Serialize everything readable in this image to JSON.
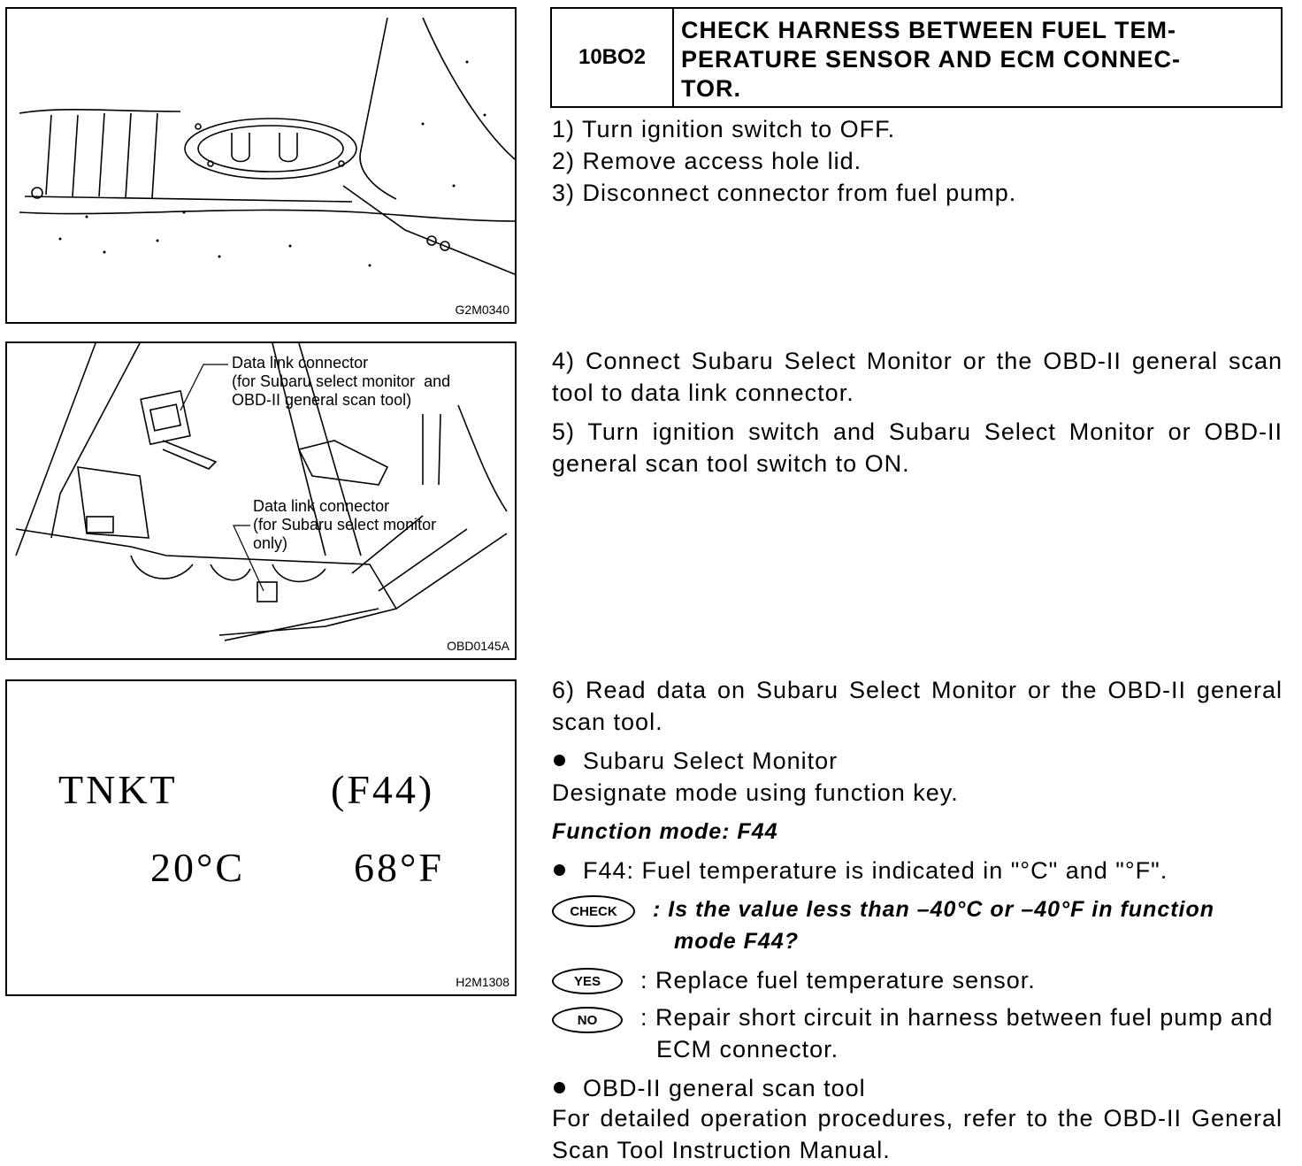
{
  "figures": [
    {
      "code": "G2M0340"
    },
    {
      "code": "OBD0145A",
      "callout_top": "Data link connector\n(for Subaru select monitor  and\nOBD-II general scan tool)",
      "callout_bottom": "Data link connector\n(for Subaru select monitor\nonly)"
    },
    {
      "code": "H2M1308",
      "lcd_label": "TNKT",
      "lcd_mode": "(F44)",
      "lcd_celsius": "20°C",
      "lcd_fahrenheit": "68°F"
    }
  ],
  "step": {
    "id": "10BO2",
    "title": "CHECK HARNESS BETWEEN FUEL TEM-\nPERATURE SENSOR AND ECM CONNEC-\nTOR."
  },
  "instructions": {
    "s1": "1)  Turn ignition switch to OFF.",
    "s2": "2)  Remove access hole lid.",
    "s3": "3)  Disconnect connector from fuel pump.",
    "s4": "4)  Connect Subaru Select Monitor or the OBD-II general scan tool to data link connector.",
    "s5": "5)  Turn ignition switch and Subaru Select Monitor or OBD-II general scan tool switch to ON.",
    "s6": "6)  Read data on Subaru Select Monitor or the OBD-II general scan tool.",
    "ssm_heading": "Subaru Select Monitor",
    "ssm_text": "Designate mode using function key.",
    "function_mode": "Function mode: F44",
    "f44_text": "F44: Fuel temperature is indicated in \"°C\" and \"°F\".",
    "check_badge": "CHECK",
    "check_q": ":  Is the value less than –40°C or –40°F in function mode F44?",
    "yes_badge": "YES",
    "yes_text": ": Replace fuel temperature sensor.",
    "no_badge": "NO",
    "no_text": ": Repair short circuit in harness between fuel pump and ECM connector.",
    "obd_heading": "OBD-II general scan tool",
    "obd_text": "For detailed operation procedures, refer to the OBD-II General Scan Tool Instruction Manual."
  }
}
